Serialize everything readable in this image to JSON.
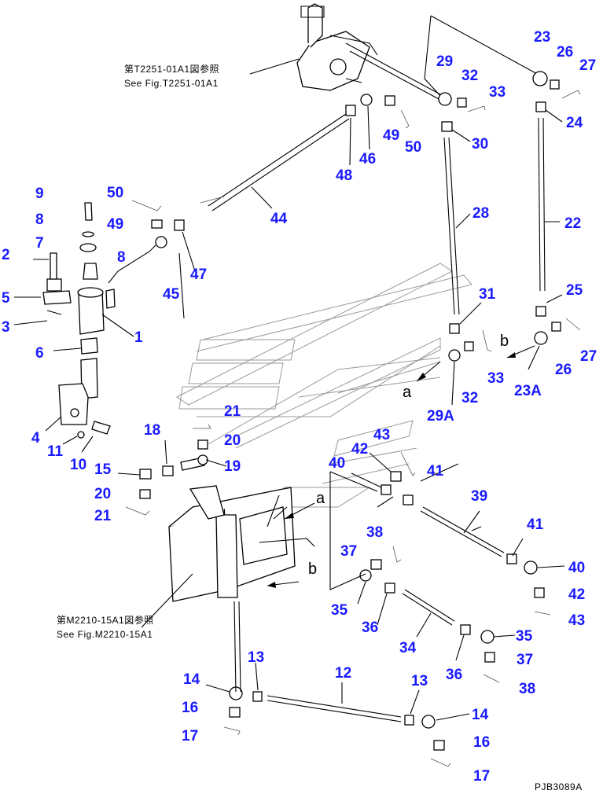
{
  "drawing_code": "PJB3089A",
  "references": {
    "upper_jp": "第T2251-01A1図参照",
    "upper_en": "See Fig.T2251-01A1",
    "lower_jp": "第M2210-15A1図参照",
    "lower_en": "See Fig.M2210-15A1"
  },
  "view_marks": {
    "a": "a",
    "b": "b"
  },
  "callouts": {
    "c1": "1",
    "c2": "2",
    "c3": "3",
    "c4": "4",
    "c5": "5",
    "c6": "6",
    "c7": "7",
    "c8a": "8",
    "c8b": "8",
    "c9": "9",
    "c10": "10",
    "c11": "11",
    "c12": "12",
    "c13a": "13",
    "c13b": "13",
    "c14a": "14",
    "c14b": "14",
    "c15": "15",
    "c16a": "16",
    "c16b": "16",
    "c17a": "17",
    "c17b": "17",
    "c18": "18",
    "c19": "19",
    "c20a": "20",
    "c20b": "20",
    "c21a": "21",
    "c21b": "21",
    "c22": "22",
    "c23": "23",
    "c23A": "23A",
    "c24": "24",
    "c25": "25",
    "c26a": "26",
    "c26b": "26",
    "c27a": "27",
    "c27b": "27",
    "c28": "28",
    "c29": "29",
    "c29A": "29A",
    "c30": "30",
    "c31": "31",
    "c32a": "32",
    "c32b": "32",
    "c33a": "33",
    "c33b": "33",
    "c34": "34",
    "c35a": "35",
    "c35b": "35",
    "c36a": "36",
    "c36b": "36",
    "c37a": "37",
    "c37b": "37",
    "c38a": "38",
    "c38b": "38",
    "c39": "39",
    "c40a": "40",
    "c40b": "40",
    "c41a": "41",
    "c41b": "41",
    "c42a": "42",
    "c42b": "42",
    "c43a": "43",
    "c43b": "43",
    "c44": "44",
    "c45": "45",
    "c46": "46",
    "c47": "47",
    "c48": "48",
    "c49a": "49",
    "c49b": "49",
    "c50a": "50",
    "c50b": "50"
  }
}
